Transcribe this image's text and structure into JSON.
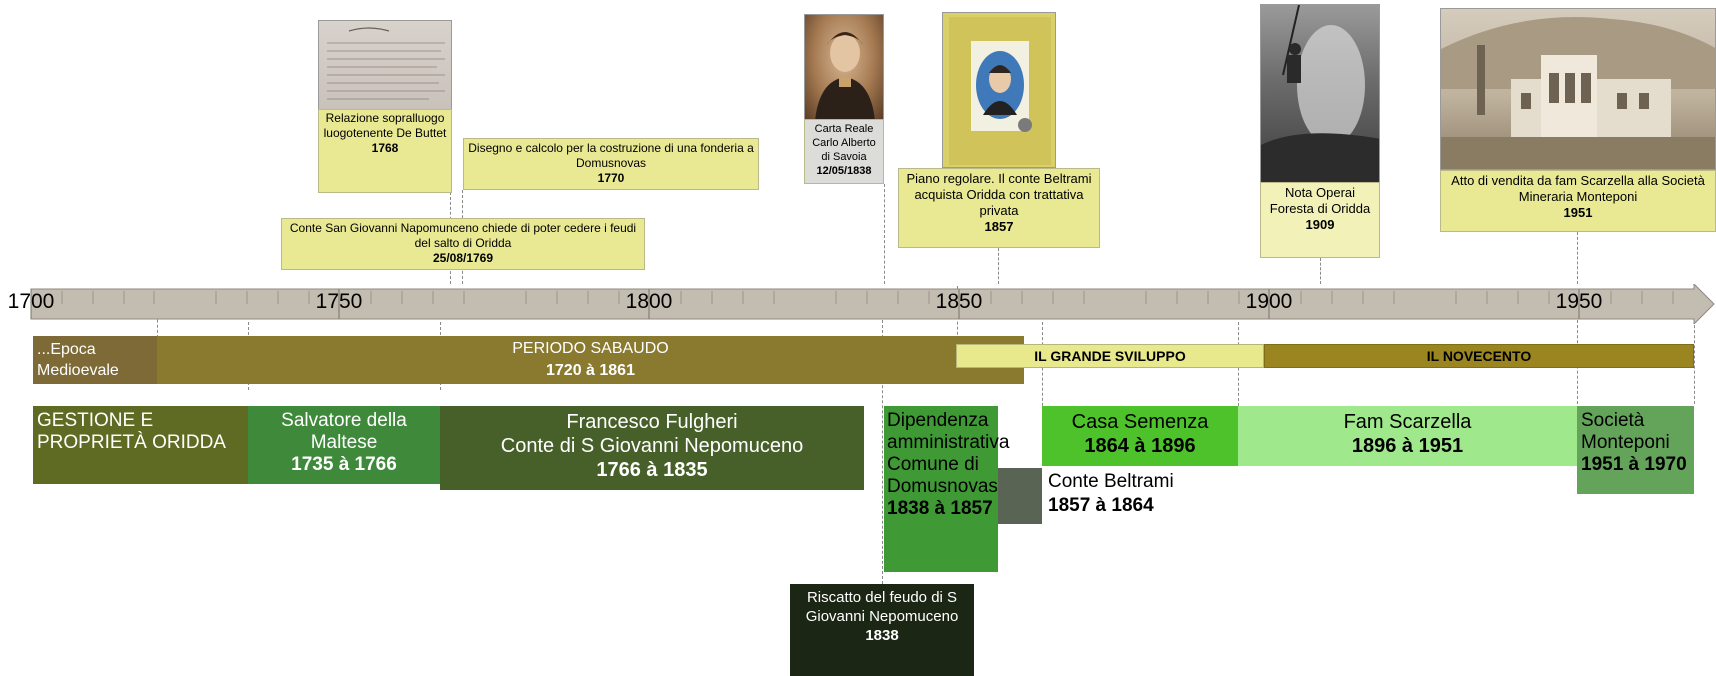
{
  "timeline": {
    "years": [
      "1700",
      "1750",
      "1800",
      "1850",
      "1900",
      "1950"
    ],
    "colors": {
      "axis": "#c3bcb0",
      "axis_border": "#8f8a80"
    }
  },
  "notes": {
    "relazione": {
      "text": "Relazione sopralluogo luogotenente De Buttet",
      "date": "1768"
    },
    "disegno": {
      "text": "Disegno e calcolo per la costruzione di una fonderia a Domusnovas",
      "date": "1770"
    },
    "conte_san_giovanni": {
      "text": "Conte San Giovanni Napomunceno chiede di poter cedere i feudi del salto di Oridda",
      "date": "25/08/1769"
    },
    "carta_reale": {
      "text": "Carta Reale Carlo Alberto di Savoia",
      "date": "12/05/1838"
    },
    "piano_regolare": {
      "text": "Piano regolare. Il conte Beltrami acquista Oridda con trattativa privata",
      "date": "1857"
    },
    "nota_operai": {
      "text": "Nota Operai Foresta di Oridda",
      "date": "1909"
    },
    "atto_vendita": {
      "text": "Atto di vendita da fam Scarzella alla Società Mineraria Monteponi",
      "date": "1951"
    }
  },
  "periods": {
    "epoca": {
      "label": "...Epoca Medioevale"
    },
    "sabaudo": {
      "label": "PERIODO SABAUDO",
      "dates": "1720 à 1861"
    },
    "grande_sviluppo": {
      "label": "IL GRANDE SVILUPPO"
    },
    "novecento": {
      "label": "IL NOVECENTO"
    }
  },
  "owners": {
    "gestione": {
      "label": "GESTIONE E PROPRIETÀ  ORIDDA"
    },
    "salvatore": {
      "name": "Salvatore della Maltese",
      "dates": "1735 à 1766"
    },
    "fulgheri": {
      "name": "Francesco Fulgheri",
      "name2": "Conte di S Giovanni Nepomuceno",
      "dates": "1766 à 1835"
    },
    "dipendenza": {
      "name": "Dipendenza amministrativa Comune di Domusnovas",
      "dates": "1838 à 1857"
    },
    "beltrami": {
      "name": "Conte Beltrami",
      "dates": "1857 à 1864"
    },
    "semenza": {
      "name": "Casa Semenza",
      "dates": "1864 à 1896"
    },
    "scarzella": {
      "name": "Fam Scarzella",
      "dates": "1896 à 1951"
    },
    "monteponi": {
      "name": "Società Monteponi",
      "dates": "1951 à 1970"
    },
    "riscatto": {
      "text": "Riscatto del feudo di S Giovanni Nepomuceno",
      "date": "1838"
    }
  },
  "icons": {
    "manuscript": "manuscript-photo",
    "portrait_carlo_alberto": "portrait-photo",
    "portrait_beltrami": "portrait-photo",
    "workers": "workers-photo",
    "mine_building": "mine-building-photo"
  }
}
